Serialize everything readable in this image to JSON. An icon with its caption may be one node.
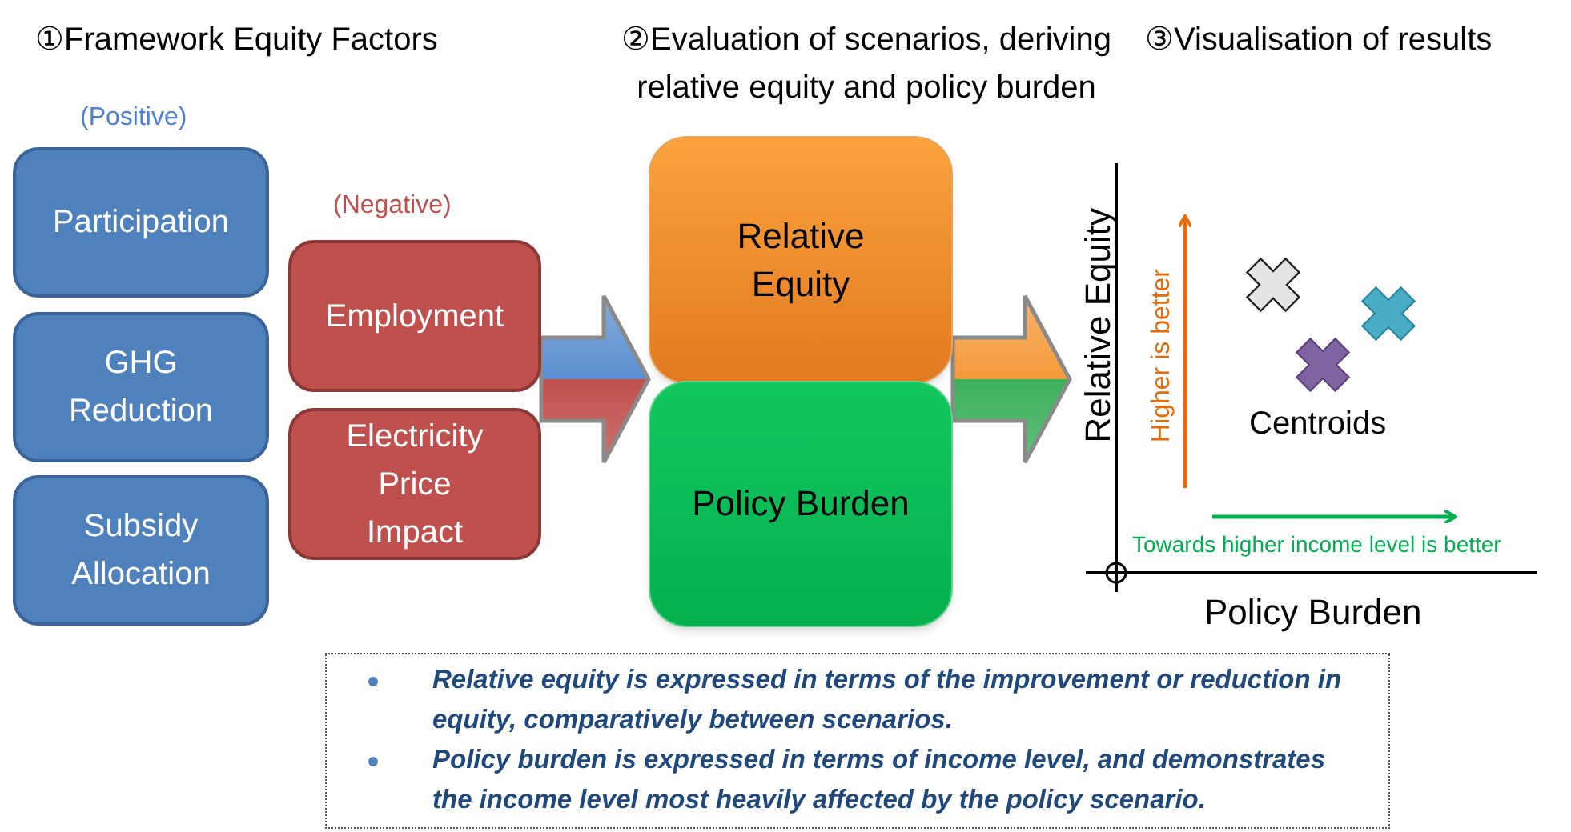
{
  "diagram": {
    "nodes": [
      {
        "text": [
          "Participation"
        ]
      },
      {
        "text": [
          "GHG Reduction"
        ]
      },
      {
        "text": [
          "Subsidy Allocation"
        ]
      },
      {
        "text": [
          "Employment"
        ]
      },
      {
        "text": [
          "Electricity Price Impact"
        ]
      },
      {
        "text": [
          "Relative Equity"
        ]
      },
      {
        "text": [
          "Policy Burden"
        ]
      },
      {
        "text": [],
        "shape": "picture"
      },
      {
        "text": [
          "Relative equity is expressed in terms of the improvement or reduction in equity, comparatively between scenarios.",
          "Policy burden is expressed in terms of income level, and demonstrates the income level most heavily affected by the policy scenario."
        ]
      }
    ],
    "edges": [
      {
        "from": 3,
        "to": 5,
        "arrow": "to",
        "style": "thick"
      },
      {
        "from": 5,
        "to": 7,
        "arrow": "to",
        "style": "thick"
      }
    ],
    "labels": [
      "①Framework Equity Factors",
      "②Evaluation of scenarios, deriving relative equity and policy burden",
      "③Visualisation of results",
      "(Positive)",
      "(Negative)",
      "Relative Equity",
      "Higher is better",
      "Centroids",
      "Towards higher income level is better",
      "Policy Burden"
    ]
  }
}
